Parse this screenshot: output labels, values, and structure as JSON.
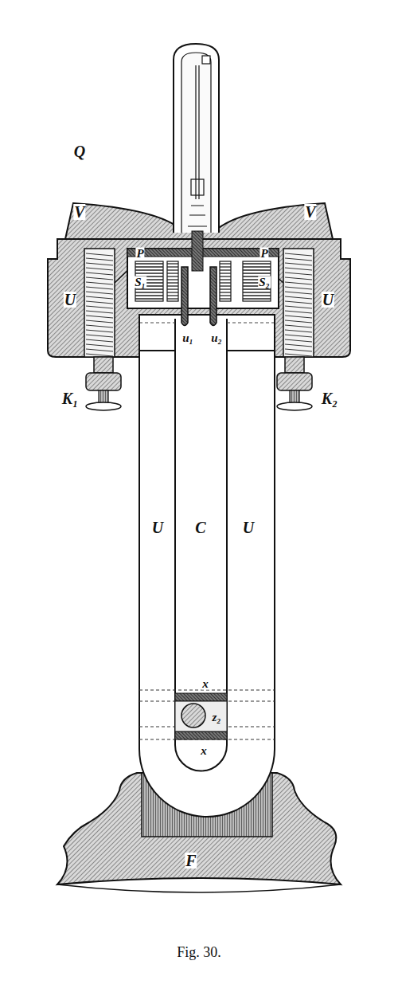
{
  "diagram": {
    "caption": "Fig. 30.",
    "labels": [
      "Q",
      "V",
      "V",
      "P",
      "P",
      "S₁",
      "S₂",
      "U",
      "U",
      "u₁",
      "u₂",
      "K₁",
      "K₂",
      "U",
      "C",
      "U",
      "x",
      "z₂",
      "x",
      "F"
    ]
  }
}
